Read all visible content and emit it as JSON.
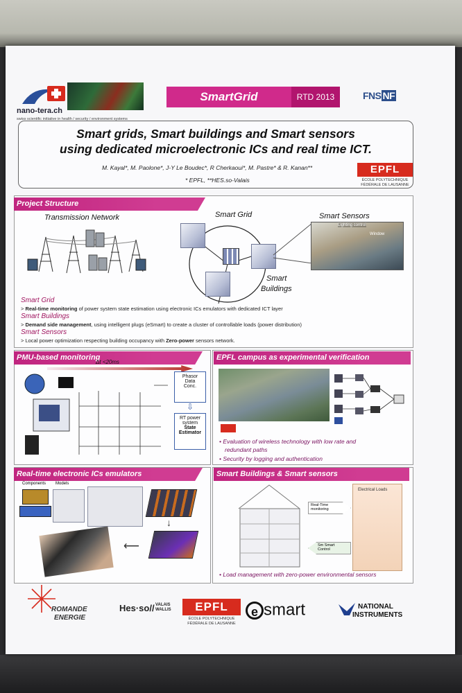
{
  "header": {
    "nano_name": "nano-tera.ch",
    "nano_tagline": "swiss scientific initiative in health / security / environment systems",
    "program": "SmartGrid",
    "rtd": "RTD 2013",
    "fns": "FNS",
    "snf": "NF"
  },
  "title": {
    "line1": "Smart grids, Smart buildings and Smart sensors",
    "line2": "using dedicated microelectronic ICs and real time ICT.",
    "authors": "M. Kayal*, M. Paolone*, J-Y Le Boudec*, R Cherkaoui*, M. Pastre*  & R. Kanan**",
    "affiliations": "* EPFL, **HES.so-Valais",
    "epfl_mark": "EPFL",
    "epfl_sub": "ÉCOLE POLYTECHNIQUE FÉDÉRALE DE LAUSANNE"
  },
  "project_structure": {
    "heading": "Project Structure",
    "transmission": "Transmission Network",
    "smart_grid": "Smart Grid",
    "smart_sensors": "Smart Sensors",
    "smart_buildings_line1": "Smart",
    "smart_buildings_line2": "Buildings",
    "lighting": "Lighting control",
    "window": "Window",
    "items": [
      {
        "title": "Smart Grid",
        "text_prefix": "Real-time monitoring",
        "text_suffix": " of power system state estimation using electronic ICs emulators with dedicated ICT layer"
      },
      {
        "title": "Smart Buildings",
        "text_prefix": "Demand side management",
        "text_suffix": ", using intelligent plugs (eSmart) to create a cluster of controllable loads (power distribution)"
      },
      {
        "title": "Smart Sensors",
        "text_prefix": "Local power optimization respecting building occupancy with ",
        "text_bold": "Zero-power",
        "text_suffix2": " sensors network."
      }
    ]
  },
  "pmu": {
    "heading": "PMU-based monitoring",
    "delta": "Δt <20ms",
    "phasor": [
      "Phasor",
      "Data",
      "Conc."
    ],
    "rt": [
      "RT power",
      "system"
    ],
    "state": [
      "State",
      "Estimator"
    ]
  },
  "campus": {
    "heading": "EPFL campus as experimental verification",
    "bullet1a": "• Evaluation of wireless technology with low rate and",
    "bullet1b": "redundant paths",
    "bullet2": "• Security by logging and authentication"
  },
  "emulators": {
    "heading": "Real-time electronic ICs emulators",
    "components": "Components",
    "models": "Models"
  },
  "buildings": {
    "heading": "Smart Buildings & Smart sensors",
    "realtime": "Real-Time monitoring",
    "control": "Sm Smart Control",
    "electrical": "Electrical Loads",
    "bullet": "• Load management with zero-power environmental sensors"
  },
  "sponsors": {
    "romande1": "ROMANDE",
    "romande2": "ENERGIE",
    "hes": "Hes·so//",
    "hes_sub": "VALAIS WALLIS",
    "epfl": "EPFL",
    "esmart_e": "e",
    "esmart": "smart",
    "ni1": "NATIONAL",
    "ni2": "INSTRUMENTS"
  },
  "colors": {
    "accent": "#d02a8b",
    "accent_dark": "#b1156e",
    "epfl_red": "#d72b1e"
  }
}
